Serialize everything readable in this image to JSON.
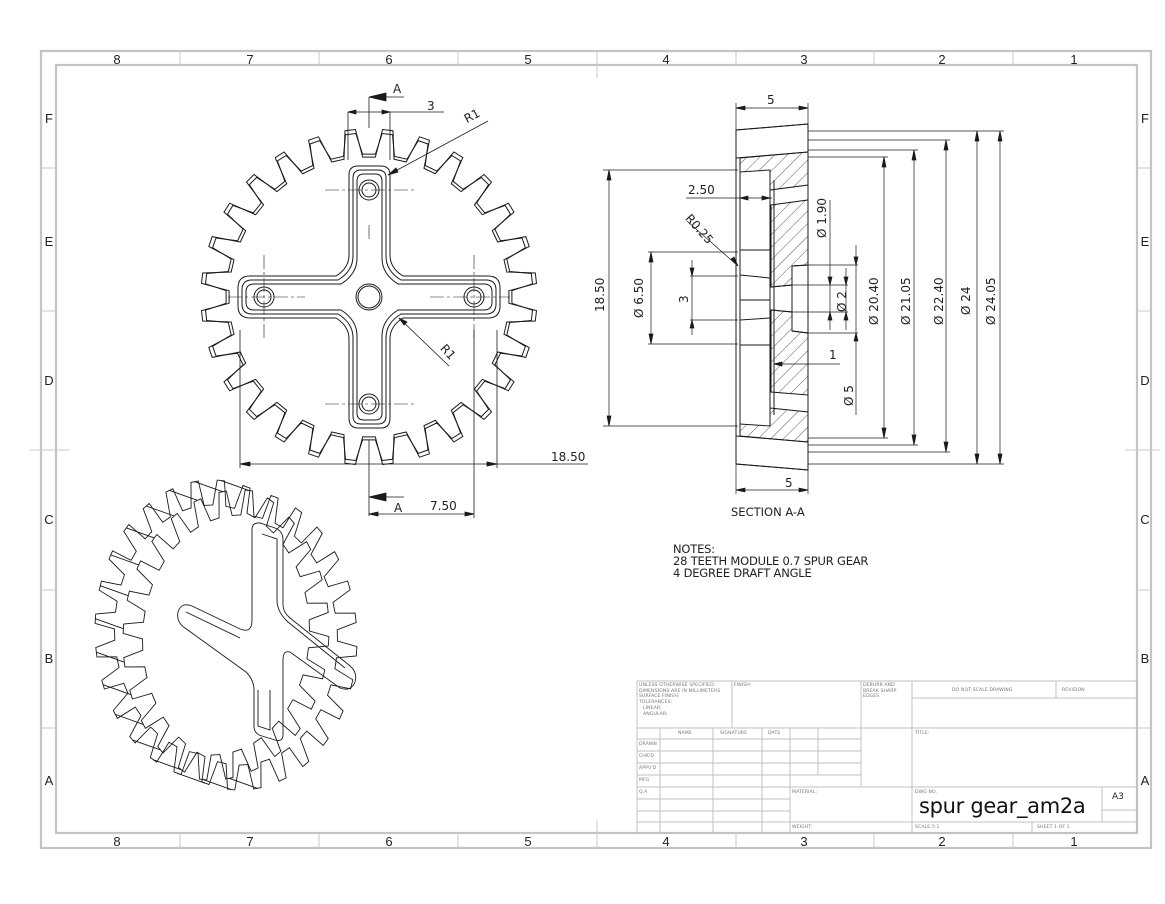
{
  "sheet": {
    "zone_columns": [
      "8",
      "7",
      "6",
      "5",
      "4",
      "3",
      "2",
      "1"
    ],
    "zone_rows": [
      "F",
      "E",
      "D",
      "C",
      "B",
      "A"
    ],
    "frame_color": "#c4c4c4",
    "line_color": "#1a1a1a"
  },
  "front_view": {
    "section_marker_top": "A",
    "section_marker_bottom": "A",
    "dim_tooth_width": "3",
    "dim_radius_top": "R1",
    "dim_radius_bottom": "R1",
    "dim_overall": "18.50",
    "dim_hole_offset": "7.50"
  },
  "section_view": {
    "title": "SECTION A-A",
    "dim_width_top": "5",
    "dim_width_bottom": "5",
    "dim_height": "18.50",
    "dim_recess_depth": "2.50",
    "dim_fillet": "R0.25",
    "dim_hub_dia": "Ø 6.50",
    "dim_hub_len": "3",
    "dim_pin_dia": "Ø 1.90",
    "dim_bore_dia": "Ø 2",
    "dim_step": "1",
    "dim_counterbore": "Ø 5",
    "dim_root_dia": "Ø 20.40",
    "dim_d2": "Ø 21.05",
    "dim_d3": "Ø 22.40",
    "dim_pitch": "Ø 24",
    "dim_tip": "Ø 24.05"
  },
  "notes": {
    "heading": "NOTES:",
    "line1": "28 TEETH MODULE 0.7 SPUR GEAR",
    "line2": "4 DEGREE DRAFT ANGLE"
  },
  "title_block": {
    "unless_specified": "UNLESS OTHERWISE SPECIFIED:",
    "dimensions_in": "DIMENSIONS ARE IN MILLIMETERS",
    "surface_finish": "SURFACE FINISH:",
    "tolerances": "TOLERANCES:",
    "linear": "LINEAR:",
    "angular": "ANGULAR:",
    "finish": "FINISH:",
    "deburr_1": "DEBURR AND",
    "deburr_2": "BREAK SHARP",
    "deburr_3": "EDGES",
    "do_not_scale": "DO NOT SCALE DRAWING",
    "revision": "REVISION",
    "col_name": "NAME",
    "col_signature": "SIGNATURE",
    "col_date": "DATE",
    "row_drawn": "DRAWN",
    "row_chkd": "CHK'D",
    "row_appvd": "APPV'D",
    "row_mfg": "MFG",
    "row_qa": "Q.A",
    "material": "MATERIAL:",
    "weight": "WEIGHT:",
    "title": "TITLE:",
    "dwg_no_label": "DWG NO.",
    "dwg_no": "spur gear_am2a",
    "sheet_size": "A3",
    "scale": "SCALE:5:1",
    "sheet": "SHEET 1 OF 1"
  }
}
